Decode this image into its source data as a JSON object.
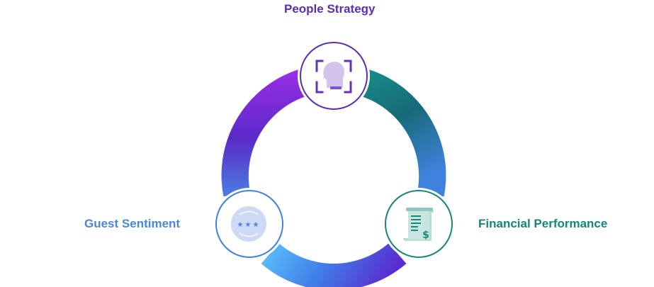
{
  "diagram": {
    "nodes": [
      {
        "id": "people",
        "label": "People Strategy",
        "icon": "head-profile-focus-icon",
        "color": "#5b2db5"
      },
      {
        "id": "financial",
        "label": "Financial Performance",
        "icon": "receipt-dollar-icon",
        "color": "#14867a"
      },
      {
        "id": "guest",
        "label": "Guest Sentiment",
        "icon": "star-rating-badge-icon",
        "color": "#4a86e0"
      }
    ]
  }
}
